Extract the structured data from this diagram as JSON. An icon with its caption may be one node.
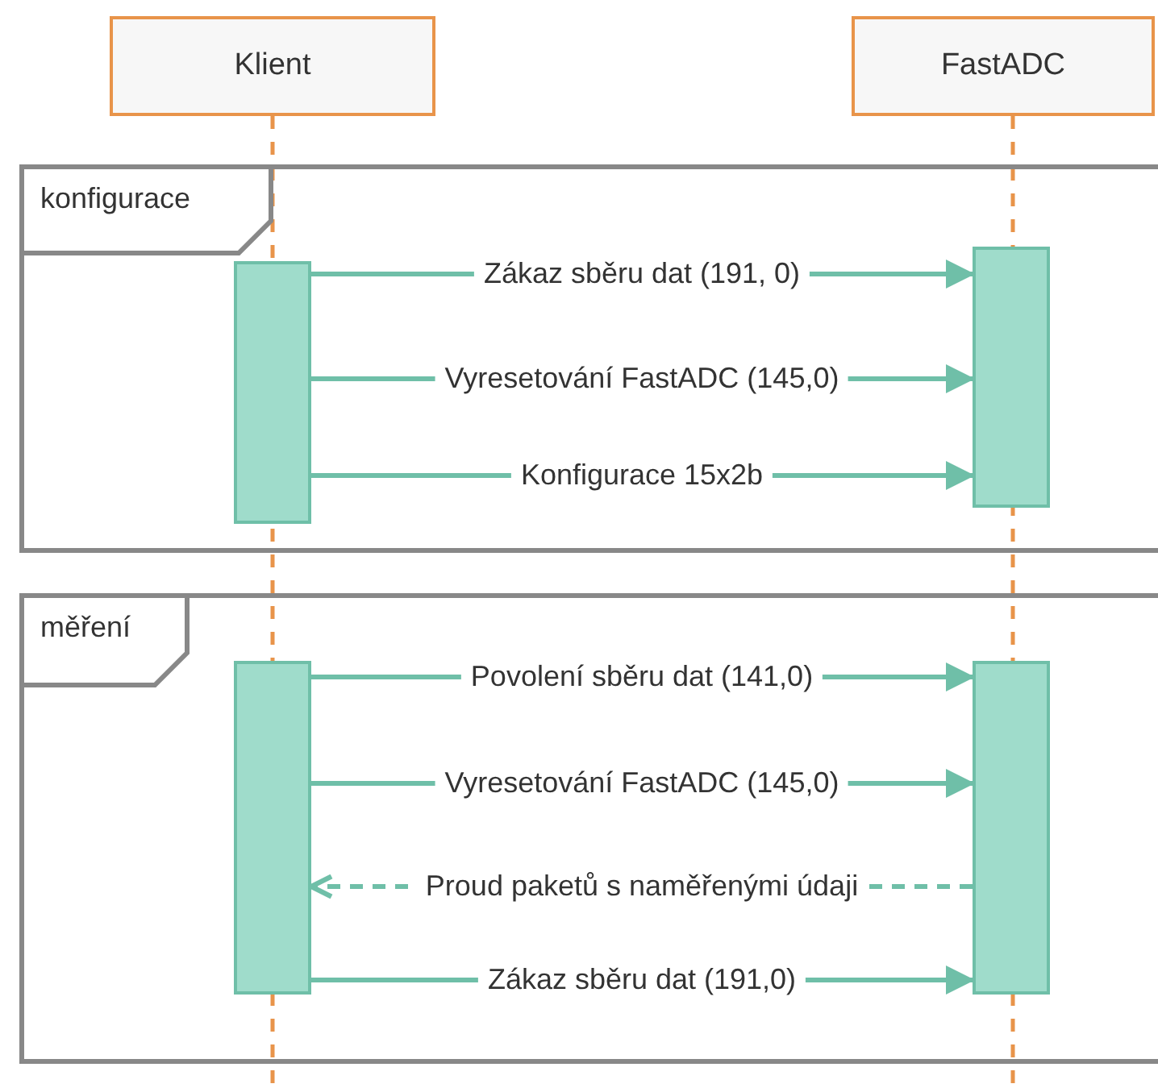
{
  "diagram": {
    "nodes": [
      {
        "text": [
          "Klient"
        ]
      },
      {
        "text": [
          "FastADC"
        ]
      },
      {
        "text": [
          "konfigurace"
        ]
      },
      {
        "text": [
          "měření"
        ]
      },
      {
        "text": [],
        "shape": "bar",
        "in": 2
      },
      {
        "text": [],
        "shape": "bar",
        "in": 2
      },
      {
        "text": [],
        "shape": "bar",
        "in": 3
      },
      {
        "text": [],
        "shape": "bar",
        "in": 3
      }
    ],
    "edges": [
      {
        "from": 4,
        "to": 5,
        "arrow": "to",
        "label": "Zákaz sběru dat (191, 0)"
      },
      {
        "from": 4,
        "to": 5,
        "arrow": "to",
        "label": "Vyresetování FastADC (145,0)"
      },
      {
        "from": 4,
        "to": 5,
        "arrow": "to",
        "label": "Konfigurace 15x2b"
      },
      {
        "from": 6,
        "to": 7,
        "arrow": "to",
        "label": "Povolení sběru dat (141,0)"
      },
      {
        "from": 6,
        "to": 7,
        "arrow": "to",
        "label": "Vyresetování FastADC (145,0)"
      },
      {
        "from": 7,
        "to": 6,
        "arrow": "to",
        "label": "Proud paketů s naměřenými údaji",
        "style": "dashed"
      },
      {
        "from": 6,
        "to": 7,
        "arrow": "to",
        "label": "Zákaz sběru dat (191,0)"
      }
    ]
  }
}
